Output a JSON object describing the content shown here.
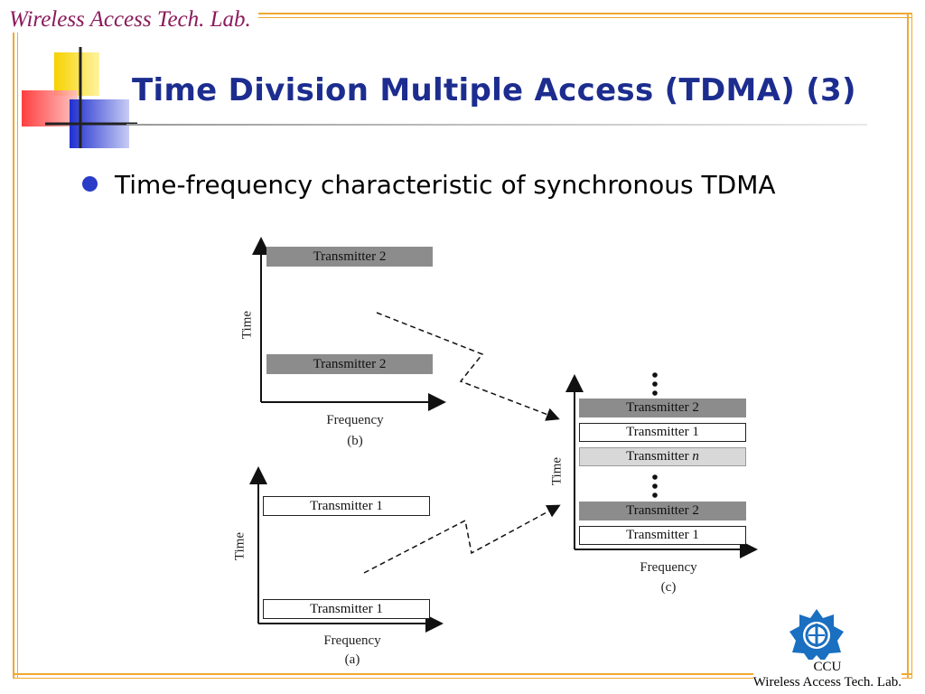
{
  "header": {
    "lab_name": "Wireless Access Tech. Lab."
  },
  "slide": {
    "title": "Time Division Multiple Access (TDMA) (3)",
    "bullet": "Time-frequency characteristic of synchronous TDMA"
  },
  "diagram": {
    "panel_b": {
      "y_axis": "Time",
      "x_axis": "Frequency",
      "caption": "(b)",
      "slots": [
        "Transmitter 2",
        "Transmitter 2"
      ]
    },
    "panel_a": {
      "y_axis": "Time",
      "x_axis": "Frequency",
      "caption": "(a)",
      "slots": [
        "Transmitter 1",
        "Transmitter 1"
      ]
    },
    "panel_c": {
      "y_axis": "Time",
      "x_axis": "Frequency",
      "caption": "(c)",
      "slots": [
        "Transmitter 2",
        "Transmitter 1",
        "Transmitter",
        "Transmitter 2",
        "Transmitter 1"
      ],
      "slot_n_var": "n"
    }
  },
  "footer": {
    "line1": "CCU",
    "line2": "Wireless Access Tech. Lab."
  },
  "colors": {
    "title": "#1c2d8f",
    "frame": "#f0a830",
    "header": "#8b1a5a",
    "bullet": "#2a3cc8"
  },
  "icons": {
    "logo": "ccu-emblem-icon"
  }
}
